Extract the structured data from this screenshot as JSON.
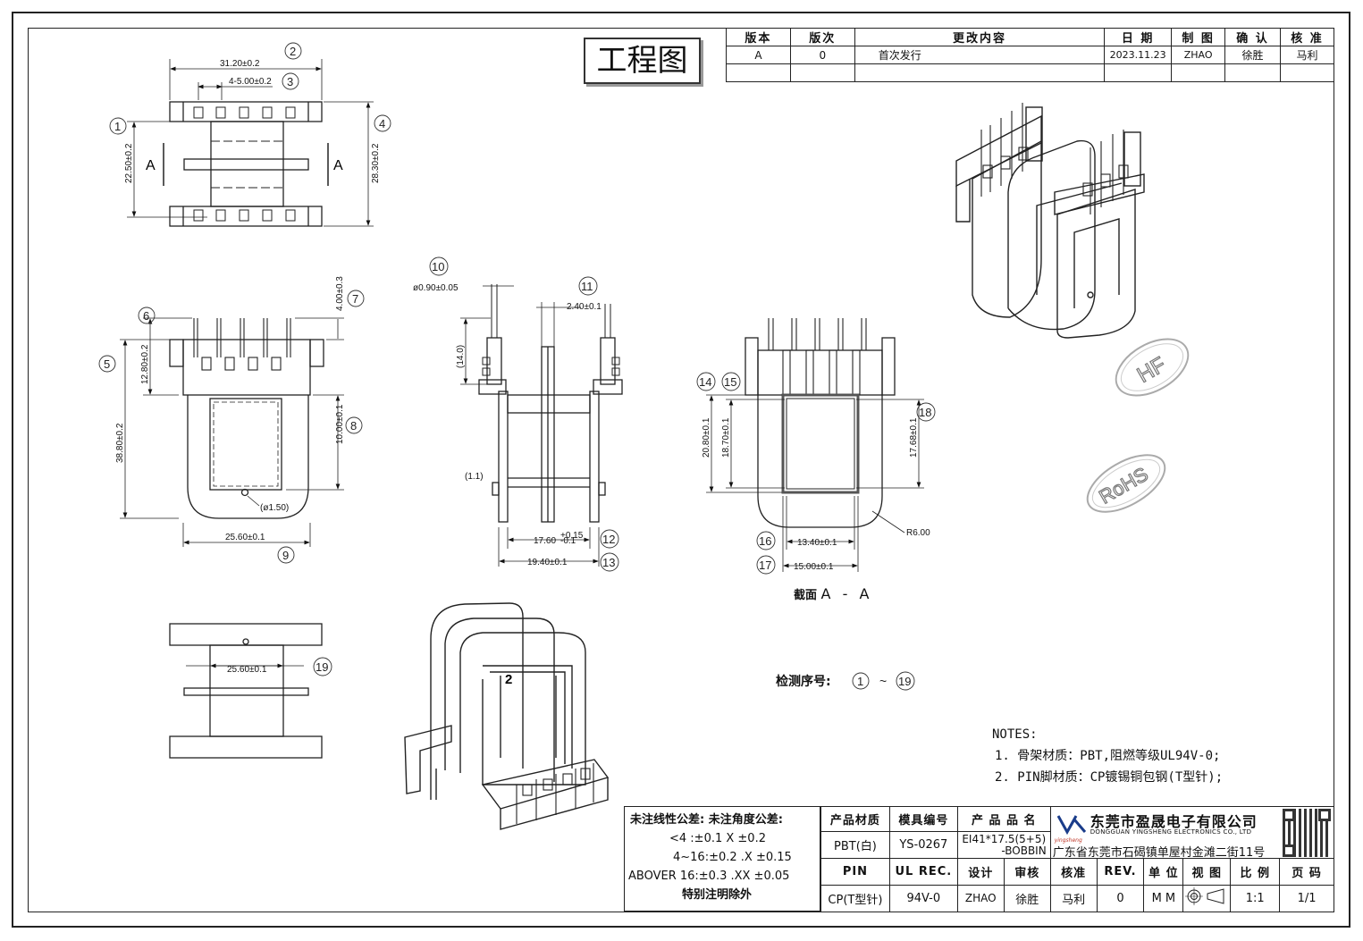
{
  "stamp": "工程图",
  "revision_table": {
    "headers": [
      "版本",
      "版次",
      "更改内容",
      "日 期",
      "制 图",
      "确 认",
      "核 准"
    ],
    "rows": [
      [
        "A",
        "0",
        "首次发行",
        "2023.11.23",
        "ZHAO",
        "徐胜",
        "马利"
      ],
      [
        "",
        "",
        "",
        "",
        "",
        "",
        ""
      ]
    ]
  },
  "views": {
    "top": {
      "dims": [
        "31.20±0.2",
        "4-5.00±0.2",
        "22.50±0.2",
        "28.30±0.2"
      ],
      "balloons": [
        "2",
        "3",
        "1",
        "4"
      ],
      "section_mark": "A"
    },
    "front": {
      "dims": [
        "4.00±0.3",
        "12.80±0.2",
        "38.80±0.2",
        "10.00±0.1",
        "(ø1.50)",
        "25.60±0.1"
      ],
      "balloons": [
        "6",
        "7",
        "5",
        "8",
        "9"
      ]
    },
    "side": {
      "dims": [
        "ø0.90±0.05",
        "2.40±0.1",
        "(14.0)",
        "(1.1)",
        "17.60",
        "+0.15",
        "-0.1",
        "19.40±0.1"
      ],
      "balloons": [
        "10",
        "11",
        "12",
        "13"
      ]
    },
    "section": {
      "dims": [
        "20.80±0.1",
        "18.70±0.1",
        "17.68±0.1",
        "R6.00",
        "13.40±0.1",
        "15.00±0.1"
      ],
      "balloons": [
        "14",
        "15",
        "18",
        "16",
        "17"
      ],
      "title_prefix": "截面",
      "title_suffix": "A - A"
    },
    "bottom": {
      "dims": [
        "25.60±0.1"
      ],
      "balloons": [
        "19"
      ]
    },
    "iso_mark": "2"
  },
  "stamps": {
    "hf": "HF",
    "rohs": "RoHS"
  },
  "inspection": {
    "label": "检测序号:",
    "from": "1",
    "sep": "~",
    "to": "19"
  },
  "notes": {
    "title": "NOTES:",
    "items": [
      "1. 骨架材质：PBT,阻燃等级UL94V-0;",
      "2. PIN脚材质：CP镀锡铜包钢(T型针);"
    ]
  },
  "tolerance": {
    "line1": "未注线性公差:  未注角度公差:",
    "line2": "<4 :±0.1   X ±0.2",
    "line3": "4~16:±0.2  .X ±0.15",
    "line4": "ABOVER 16:±0.3  .XX ±0.05",
    "line5": "特别注明除外"
  },
  "title_block": {
    "material_h": "产品材质",
    "mold_h": "模具编号",
    "product_h": "产 品 品 名",
    "material": "PBT(白)",
    "mold": "YS-0267",
    "product_line1": "EI41*17.5(5+5)",
    "product_line2": "-BOBBIN",
    "pin_h": "PIN",
    "ul_h": "UL REC.",
    "design_h": "设计",
    "review_h": "审核",
    "approve_h": "核准",
    "rev_h": "REV.",
    "unit_h": "单 位",
    "view_h": "视 图",
    "scale_h": "比 例",
    "page_h": "页 码",
    "pin": "CP(T型针)",
    "ul": "94V-0",
    "design": "ZHAO",
    "review": "徐胜",
    "approve": "马利",
    "rev": "0",
    "unit": "M M",
    "scale": "1:1",
    "page": "1/1",
    "company": "东莞市盈晟电子有限公司",
    "company_en": "DONGGUAN YINGSHENG ELECTRONICS CO., LTD",
    "address": "广东省东莞市石碣镇单屋村金滩二街11号",
    "logo_text": "yingsheng"
  }
}
